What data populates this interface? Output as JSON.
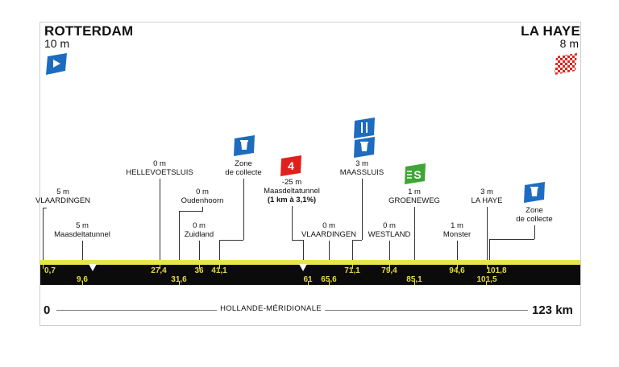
{
  "start": {
    "city": "ROTTERDAM",
    "alt": "10 m"
  },
  "finish": {
    "city": "LA HAYE",
    "alt": "8 m"
  },
  "points": [
    {
      "alt": "5 m",
      "name": "VLAARDINGEN"
    },
    {
      "alt": "5 m",
      "name": "Maasdeltatunnel"
    },
    {
      "alt": "0 m",
      "name": "HELLEVOETSLUIS"
    },
    {
      "alt": "0 m",
      "name": "Oudenhoorn"
    },
    {
      "alt": "0 m",
      "name": "Zuidland"
    },
    {
      "name": "Zone",
      "name2": "de collecte"
    },
    {
      "alt": "-25 m",
      "name": "Maasdeltatunnel",
      "detail": "(1 km à 3,1%)"
    },
    {
      "alt": "0 m",
      "name": "VLAARDINGEN"
    },
    {
      "alt": "3 m",
      "name": "MAASSLUIS"
    },
    {
      "alt": "0 m",
      "name": "WESTLAND"
    },
    {
      "alt": "1 m",
      "name": "GROENEWEG"
    },
    {
      "alt": "1 m",
      "name": "Monster"
    },
    {
      "alt": "3 m",
      "name": "LA HAYE"
    },
    {
      "name": "Zone",
      "name2": "de collecte"
    }
  ],
  "km_top": [
    "0,7",
    "27,4",
    "36",
    "41,1",
    "71,1",
    "79,4",
    "94,6",
    "101,8"
  ],
  "km_bottom": [
    "9,6",
    "31,6",
    "61",
    "65,6",
    "85,1",
    "101,5"
  ],
  "climb_category": "4",
  "sprint_label": "S",
  "region": "HOLLANDE-MÉRIDIONALE",
  "scale_start": "0",
  "scale_end": "123 km",
  "colors": {
    "start_flag": "#1e6cc0",
    "feed_icon": "#1e6cc0",
    "climb_icon": "#e0201b",
    "sprint_icon": "#3fa535",
    "finish_flag": "#e0201b",
    "profile": "#e9e64a"
  },
  "icons": [
    "start-flag-icon",
    "finish-flag-icon",
    "feed-zone-icon",
    "waste-zone-icon",
    "climb-category-icon",
    "sprint-icon"
  ]
}
